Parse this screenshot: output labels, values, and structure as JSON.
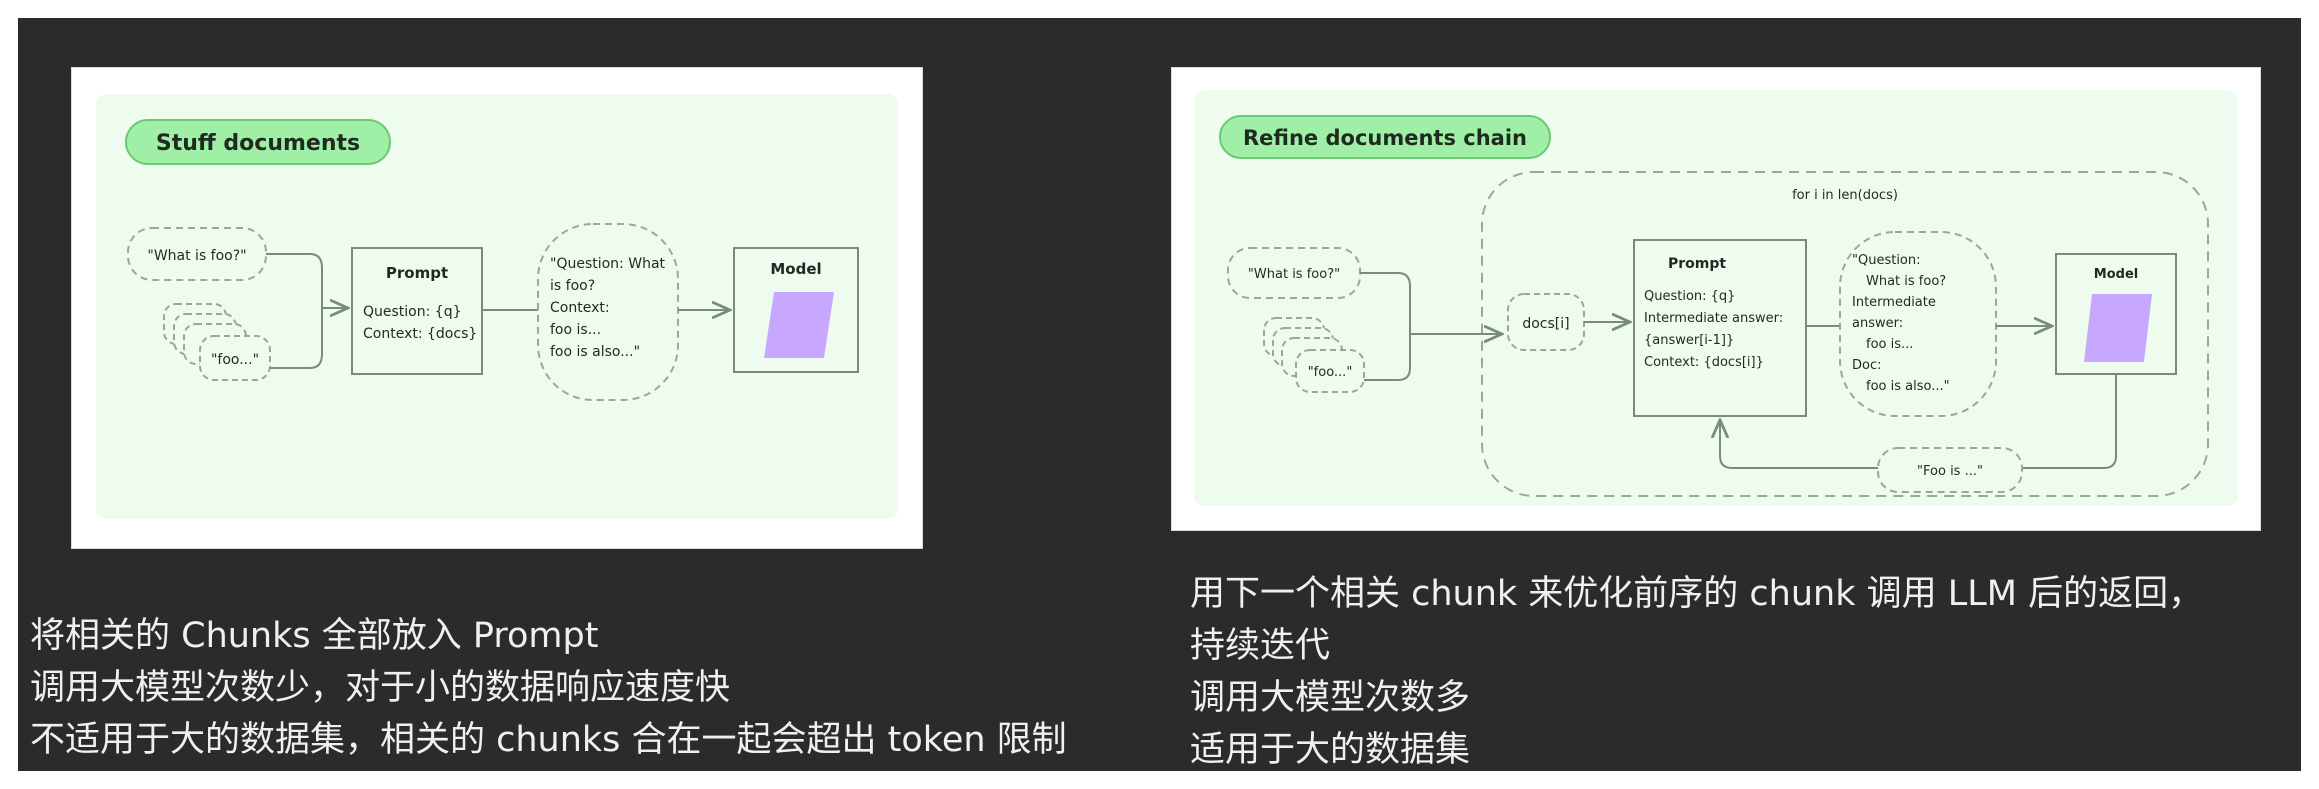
{
  "stuff": {
    "title": "Stuff documents",
    "query": "\"What is foo?\"",
    "doc": "\"foo...\"",
    "prompt": {
      "title": "Prompt",
      "line1": "Question: {q}",
      "line2": "Context: {docs}"
    },
    "filled_prompt": [
      "\"Question: What",
      "is foo?",
      "Context:",
      "foo is...",
      "foo is also...\""
    ],
    "model": "Model"
  },
  "refine": {
    "title": "Refine documents chain",
    "loop_label": "for i in len(docs)",
    "query": "\"What is foo?\"",
    "doc": "\"foo...\"",
    "doc_item": "docs[i]",
    "prompt": {
      "title": "Prompt",
      "line1": "Question: {q}",
      "line2": "Intermediate answer:",
      "line3": "{answer[i-1]}",
      "line4": "Context: {docs[i]}"
    },
    "filled_prompt": [
      "\"Question:",
      "What is foo?",
      "Intermediate",
      "answer:",
      "foo is...",
      "Doc:",
      "foo is also...\""
    ],
    "model": "Model",
    "answer": "\"Foo is ...\""
  },
  "captions": {
    "left": [
      "将相关的 Chunks 全部放入 Prompt",
      "调用大模型次数少，对于小的数据响应速度快",
      "不适用于大的数据集，相关的 chunks 合在一起会超出 token 限制"
    ],
    "right": [
      "用下一个相关 chunk 来优化前序的 chunk 调用 LLM 后的返回，",
      "持续迭代",
      "调用大模型次数多",
      "适用于大的数据集"
    ]
  },
  "colors": {
    "panel_bg": "#eefcef",
    "title_pill": "#9ff0a6",
    "model_shape": "#c8a8ff"
  }
}
